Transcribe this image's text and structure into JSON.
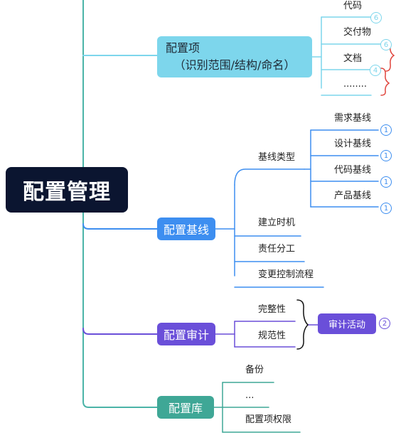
{
  "root": {
    "label": "配置管理"
  },
  "colors": {
    "trunk": "#4bb4a8",
    "config_items": "#7dd6ec",
    "baseline": "#3d8ef0",
    "audit": "#6a4fd9",
    "library": "#3fa796",
    "brace_red": "#e0443c"
  },
  "config_items": {
    "label_line1": "配置项",
    "label_line2": "（识别范围/结构/命名）",
    "children": [
      {
        "label": "代码",
        "badge": ""
      },
      {
        "label": "交付物",
        "badge": "6"
      },
      {
        "label": "文档",
        "badge": "6"
      },
      {
        "label": "........",
        "badge": "4"
      }
    ]
  },
  "baseline": {
    "label": "配置基线",
    "types": {
      "label": "基线类型",
      "children": [
        {
          "label": "需求基线",
          "badge": "1"
        },
        {
          "label": "设计基线",
          "badge": "1"
        },
        {
          "label": "代码基线",
          "badge": "1"
        },
        {
          "label": "产品基线",
          "badge": "1"
        }
      ]
    },
    "children": [
      {
        "label": "建立时机"
      },
      {
        "label": "责任分工"
      },
      {
        "label": "变更控制流程"
      }
    ]
  },
  "audit": {
    "label": "配置审计",
    "children": [
      {
        "label": "完整性"
      },
      {
        "label": "规范性"
      }
    ],
    "activity": {
      "label": "审计活动",
      "badge": "2"
    }
  },
  "library": {
    "label": "配置库",
    "children": [
      {
        "label": "备份"
      },
      {
        "label": "..."
      },
      {
        "label": "配置项权限"
      }
    ]
  }
}
